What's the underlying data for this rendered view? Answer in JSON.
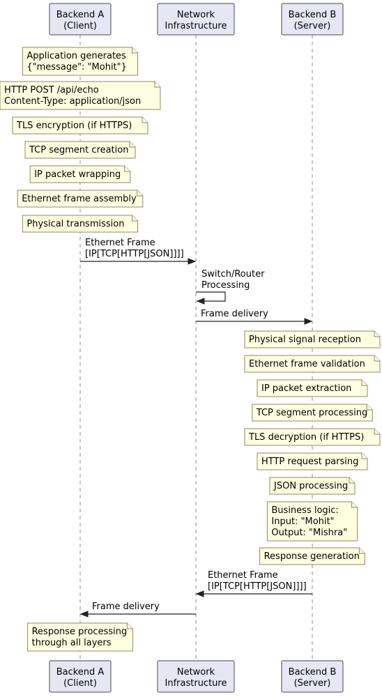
{
  "participants": [
    {
      "id": "A",
      "lines": [
        "Backend A",
        "(Client)"
      ]
    },
    {
      "id": "N",
      "lines": [
        "Network",
        "Infrastructure"
      ]
    },
    {
      "id": "B",
      "lines": [
        "Backend B",
        "(Server)"
      ]
    }
  ],
  "notes_client": [
    [
      "Application generates",
      "{\"message\": \"Mohit\"}"
    ],
    [
      "HTTP POST /api/echo",
      "Content-Type: application/json"
    ],
    [
      "TLS encryption (if HTTPS)"
    ],
    [
      "TCP segment creation"
    ],
    [
      "IP packet wrapping"
    ],
    [
      "Ethernet frame assembly"
    ],
    [
      "Physical transmission"
    ]
  ],
  "messages": [
    {
      "from": "A",
      "to": "N",
      "lines": [
        "Ethernet Frame",
        "[IP[TCP[HTTP[JSON]]]]"
      ]
    },
    {
      "from": "N",
      "to": "N",
      "lines": [
        "Switch/Router",
        "Processing"
      ]
    },
    {
      "from": "N",
      "to": "B",
      "lines": [
        "Frame delivery"
      ]
    }
  ],
  "notes_server": [
    [
      "Physical signal reception"
    ],
    [
      "Ethernet frame validation"
    ],
    [
      "IP packet extraction"
    ],
    [
      "TCP segment processing"
    ],
    [
      "TLS decryption (if HTTPS)"
    ],
    [
      "HTTP request parsing"
    ],
    [
      "JSON processing"
    ],
    [
      "Business logic:",
      "Input: \"Mohit\"",
      "Output: \"Mishra\""
    ],
    [
      "Response generation"
    ]
  ],
  "return_messages": [
    {
      "from": "B",
      "to": "N",
      "lines": [
        "Ethernet Frame",
        "[IP[TCP[HTTP[JSON]]]]"
      ]
    },
    {
      "from": "N",
      "to": "A",
      "lines": [
        "Frame delivery"
      ]
    }
  ],
  "notes_final": [
    [
      "Response processing",
      "through all layers"
    ]
  ]
}
